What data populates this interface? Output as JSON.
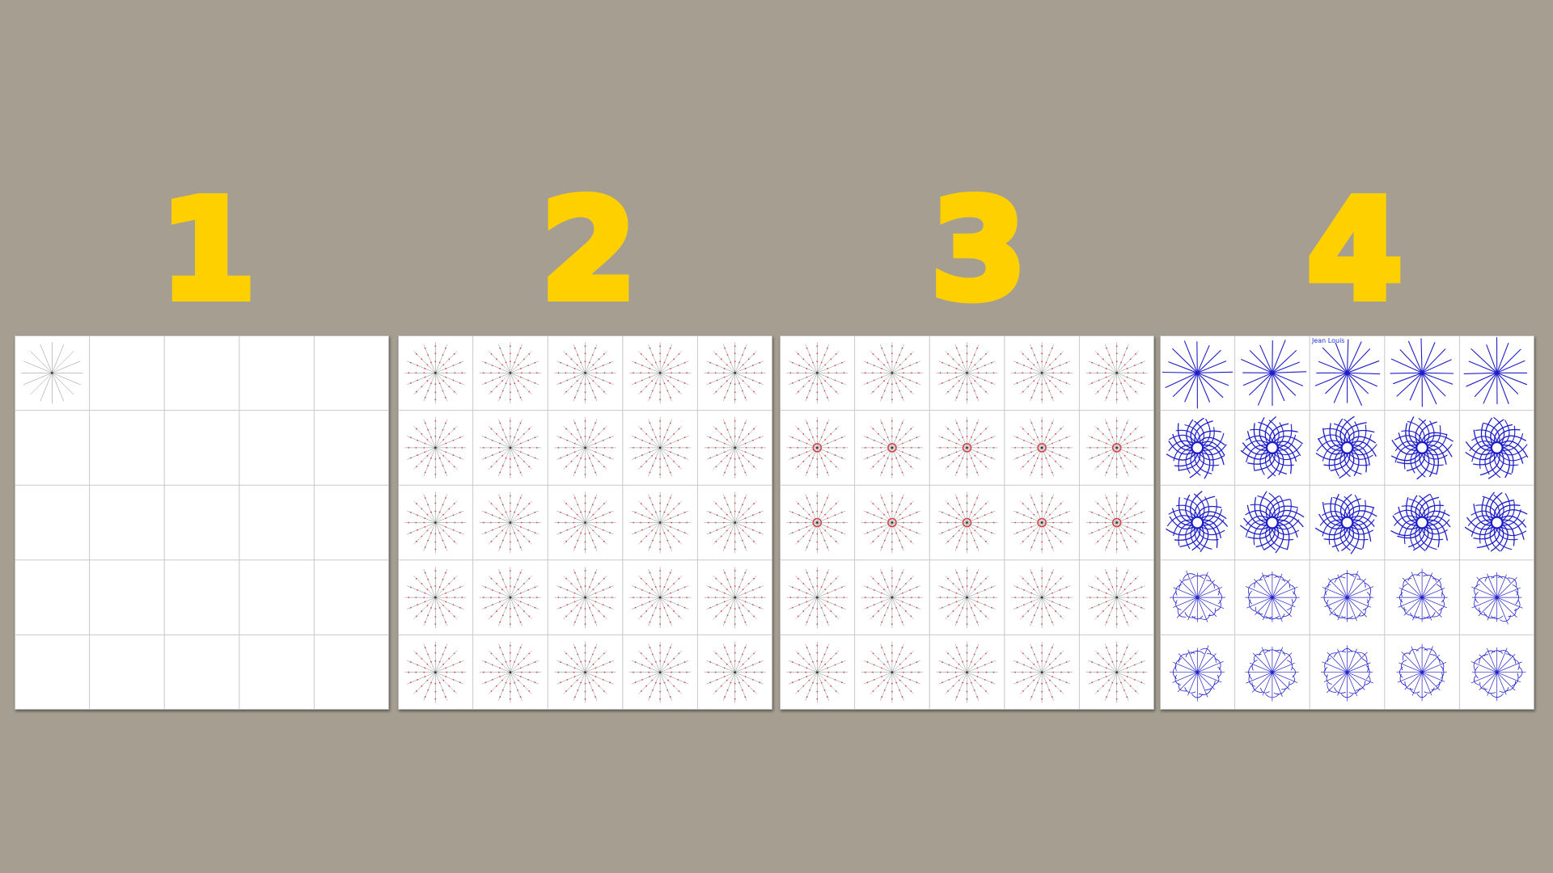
{
  "steps": [
    {
      "label": "1",
      "stage": "grid-single-guide"
    },
    {
      "label": "2",
      "stage": "guides-with-red-ticks"
    },
    {
      "label": "3",
      "stage": "guides-with-red-center-circles"
    },
    {
      "label": "4",
      "stage": "blue-ink-drawings"
    }
  ],
  "panel4": {
    "note": "Jean Louis"
  },
  "grid": {
    "rows": 5,
    "cols": 5
  },
  "colors": {
    "background": "#a59e91",
    "label": "#ffd000",
    "paper": "#ffffff",
    "gridline": "#c8c8c8",
    "guide": "#8a8a8a",
    "tick": "#d9434a",
    "ink": "#1f1fc8"
  },
  "icons": [
    "radial-guide-icon",
    "radial-ink-drawing-icon"
  ]
}
